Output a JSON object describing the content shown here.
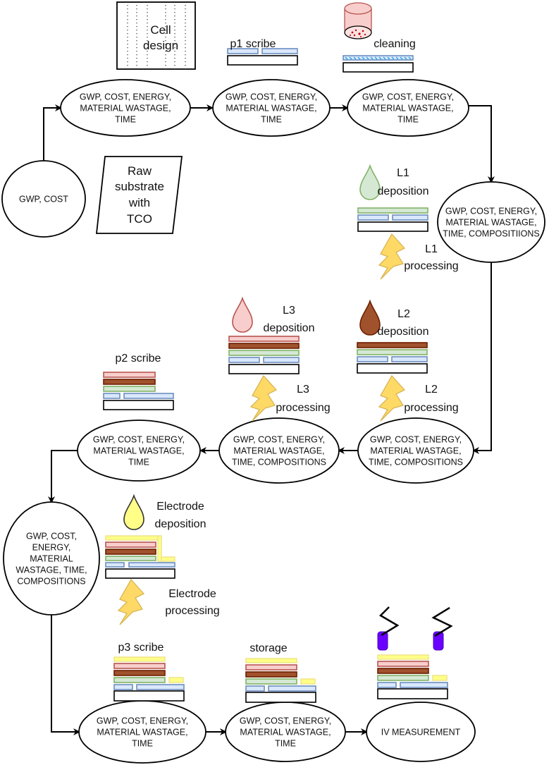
{
  "title": "Perovskite solar cell fabrication process flow with sustainability metrics",
  "colors": {
    "substrate": "#ffffff",
    "tco": "#dae8fc",
    "tco_border": "#6c8ebf",
    "l1": "#d5e8d4",
    "l1_border": "#82b366",
    "l2": "#a0522d",
    "l2_border": "#6d1f00",
    "l3": "#f8cecc",
    "l3_border": "#b85450",
    "electrode": "#ffff88",
    "electrode_border": "#f0e68c",
    "lightning": "#ffd966",
    "lightning_border": "#d6b656",
    "probe": "#6a00ff"
  },
  "inputs": {
    "cell_design": "Cell design",
    "raw_substrate": "Raw substrate with TCO"
  },
  "nodes": [
    {
      "id": "start",
      "lines": [
        "GWP, COST"
      ]
    },
    {
      "id": "n1",
      "lines": [
        "GWP, COST, ENERGY,",
        "MATERIAL WASTAGE,",
        "TIME"
      ]
    },
    {
      "id": "n2",
      "lines": [
        "GWP, COST, ENERGY,",
        "MATERIAL WASTAGE,",
        "TIME"
      ]
    },
    {
      "id": "n3",
      "lines": [
        "GWP, COST, ENERGY,",
        "MATERIAL WASTAGE,",
        "TIME"
      ]
    },
    {
      "id": "n4",
      "lines": [
        "GWP, COST, ENERGY,",
        "MATERIAL WASTAGE,",
        "TIME, COMPOSITIIONS"
      ]
    },
    {
      "id": "n5",
      "lines": [
        "GWP, COST, ENERGY,",
        "MATERIAL WASTAGE,",
        "TIME, COMPOSITIONS"
      ]
    },
    {
      "id": "n6",
      "lines": [
        "GWP, COST, ENERGY,",
        "MATERIAL WASTAGE,",
        "TIME, COMPOSITIONS"
      ]
    },
    {
      "id": "n7",
      "lines": [
        "GWP, COST, ENERGY,",
        "MATERIAL WASTAGE,",
        "TIME"
      ]
    },
    {
      "id": "n8",
      "lines": [
        "GWP, COST,",
        "ENERGY,",
        "MATERIAL",
        "WASTAGE, TIME,",
        "COMPOSITIONS"
      ]
    },
    {
      "id": "n9",
      "lines": [
        "GWP, COST, ENERGY,",
        "MATERIAL WASTAGE,",
        "TIME"
      ]
    },
    {
      "id": "n10",
      "lines": [
        "GWP, COST, ENERGY,",
        "MATERIAL WASTAGE,",
        "TIME"
      ]
    },
    {
      "id": "end",
      "lines": [
        "IV MEASUREMENT"
      ]
    }
  ],
  "steps": {
    "p1_scribe": "p1 scribe",
    "cleaning": "cleaning",
    "l1_deposition": [
      "L1",
      "deposition"
    ],
    "l1_processing": [
      "L1",
      "processing"
    ],
    "l2_deposition": [
      "L2",
      "deposition"
    ],
    "l2_processing": [
      "L2",
      "processing"
    ],
    "l3_deposition": [
      "L3",
      "deposition"
    ],
    "l3_processing": [
      "L3",
      "processing"
    ],
    "p2_scribe": "p2 scribe",
    "electrode_deposition": [
      "Electrode",
      "deposition"
    ],
    "electrode_processing": [
      "Electrode",
      "processing"
    ],
    "p3_scribe": "p3 scribe",
    "storage": "storage"
  }
}
